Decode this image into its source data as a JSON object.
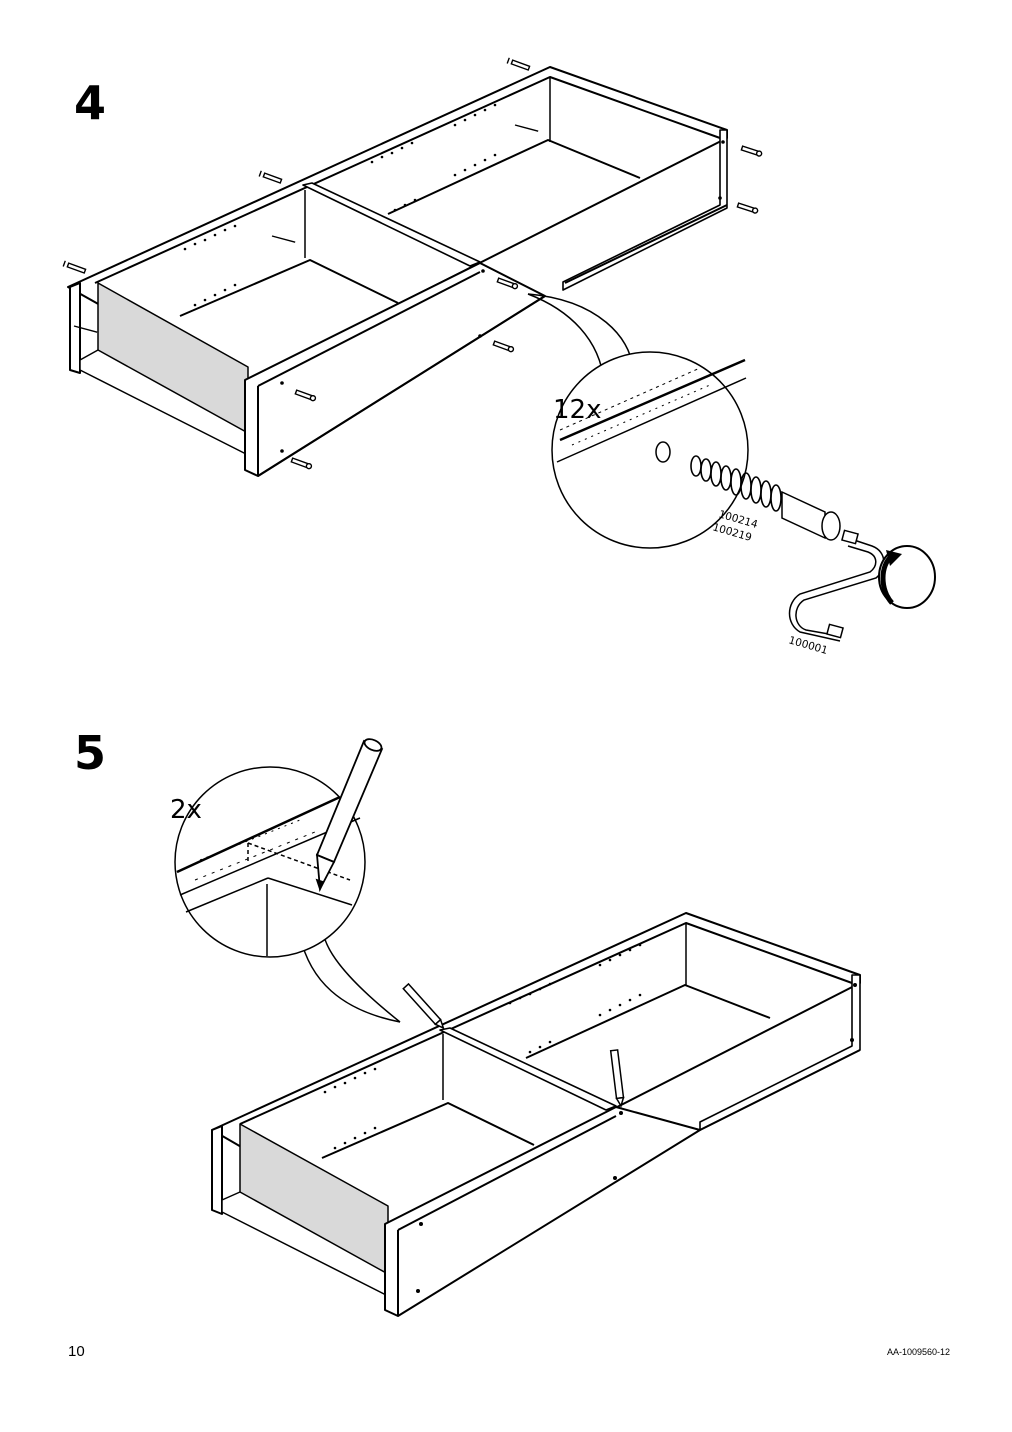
{
  "step4": {
    "number": "4",
    "quantity_label": "12x",
    "screw_part_numbers": [
      "100214",
      "100219"
    ],
    "tool_part_number": "100001"
  },
  "step5": {
    "number": "5",
    "quantity_label": "2x"
  },
  "footer": {
    "page_number": "10",
    "document_code": "AA-1009560-12"
  }
}
